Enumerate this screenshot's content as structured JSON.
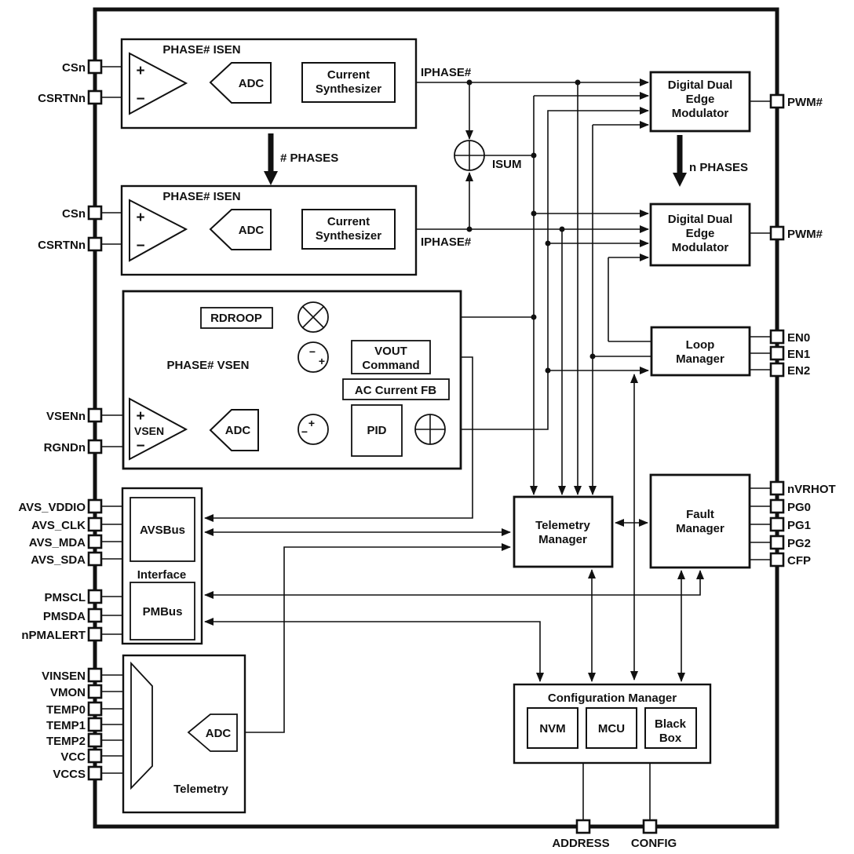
{
  "pins": {
    "left": [
      "CSn",
      "CSRTNn",
      "CSn",
      "CSRTNn",
      "VSENn",
      "RGNDn",
      "AVS_VDDIO",
      "AVS_CLK",
      "AVS_MDA",
      "AVS_SDA",
      "PMSCL",
      "PMSDA",
      "nPMALERT",
      "VINSEN",
      "VMON",
      "TEMP0",
      "TEMP1",
      "TEMP2",
      "VCC",
      "VCCS"
    ],
    "right": [
      "PWM#",
      "PWM#",
      "EN0",
      "EN1",
      "EN2",
      "nVRHOT",
      "PG0",
      "PG1",
      "PG2",
      "CFP"
    ],
    "bottom": [
      "ADDRESS",
      "CONFIG"
    ]
  },
  "labels": {
    "isen_top_title": "PHASE# ISEN",
    "isen_bottom_title": "PHASE# ISEN",
    "adc_isen_top": "ADC",
    "adc_isen_bottom": "ADC",
    "adc_vsen": "ADC",
    "adc_telemetry": "ADC",
    "synth_top_l1": "Current",
    "synth_top_l2": "Synthesizer",
    "synth_bottom_l1": "Current",
    "synth_bottom_l2": "Synthesizer",
    "iphase_top": "IPHASE#",
    "iphase_bottom": "IPHASE#",
    "isum": "ISUM",
    "phases_left": "# PHASES",
    "phases_right": "n PHASES",
    "mod_top_l1": "Digital Dual",
    "mod_top_l2": "Edge",
    "mod_top_l3": "Modulator",
    "mod_bottom_l1": "Digital Dual",
    "mod_bottom_l2": "Edge",
    "mod_bottom_l3": "Modulator",
    "vsen_title": "PHASE# VSEN",
    "rdroop": "RDROOP",
    "vout_l1": "VOUT",
    "vout_l2": "Command",
    "ac_fb": "AC Current FB",
    "pid": "PID",
    "vsen_amp": "VSEN",
    "loop_l1": "Loop",
    "loop_l2": "Manager",
    "tm_l1": "Telemetry",
    "tm_l2": "Manager",
    "fm_l1": "Fault",
    "fm_l2": "Manager",
    "interface": "Interface",
    "avsbus": "AVSBus",
    "pmbus": "PMBus",
    "telemetry": "Telemetry",
    "config_title": "Configuration Manager",
    "nvm": "NVM",
    "mcu": "MCU",
    "bb_l1": "Black",
    "bb_l2": "Box"
  },
  "signs": {
    "plus": "+",
    "minus": "−"
  },
  "colors": {
    "ink": "#111111",
    "background": "#ffffff"
  }
}
